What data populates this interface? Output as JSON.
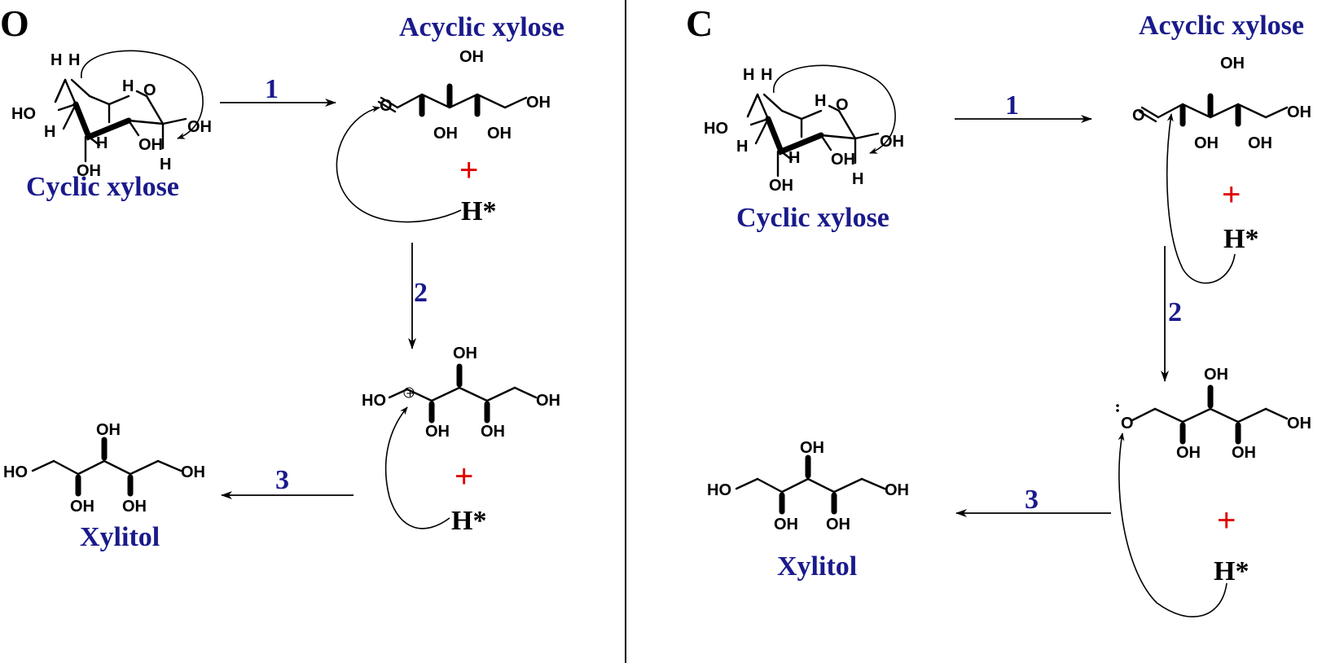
{
  "divider_color": "#000000",
  "name_color": "#1a1a8c",
  "plus_color": "#e00000",
  "atom_labels": {
    "oh": "OH",
    "ho": "HO",
    "h": "H",
    "o": "O",
    "plus_charge": "+"
  },
  "panels": [
    {
      "letter": "O",
      "cyclic_label": "Cyclic xylose",
      "acyclic_label": "Acyclic xylose",
      "product_label": "Xylitol",
      "steps": [
        "1",
        "2",
        "3"
      ],
      "plus_signs": [
        "+",
        "+"
      ],
      "hydrogen_labels": [
        "H*",
        "H*"
      ]
    },
    {
      "letter": "C",
      "cyclic_label": "Cyclic xylose",
      "acyclic_label": "Acyclic xylose",
      "product_label": "Xylitol",
      "steps": [
        "1",
        "2",
        "3"
      ],
      "plus_signs": [
        "+",
        "+"
      ],
      "hydrogen_labels": [
        "H*",
        "H*"
      ]
    }
  ]
}
